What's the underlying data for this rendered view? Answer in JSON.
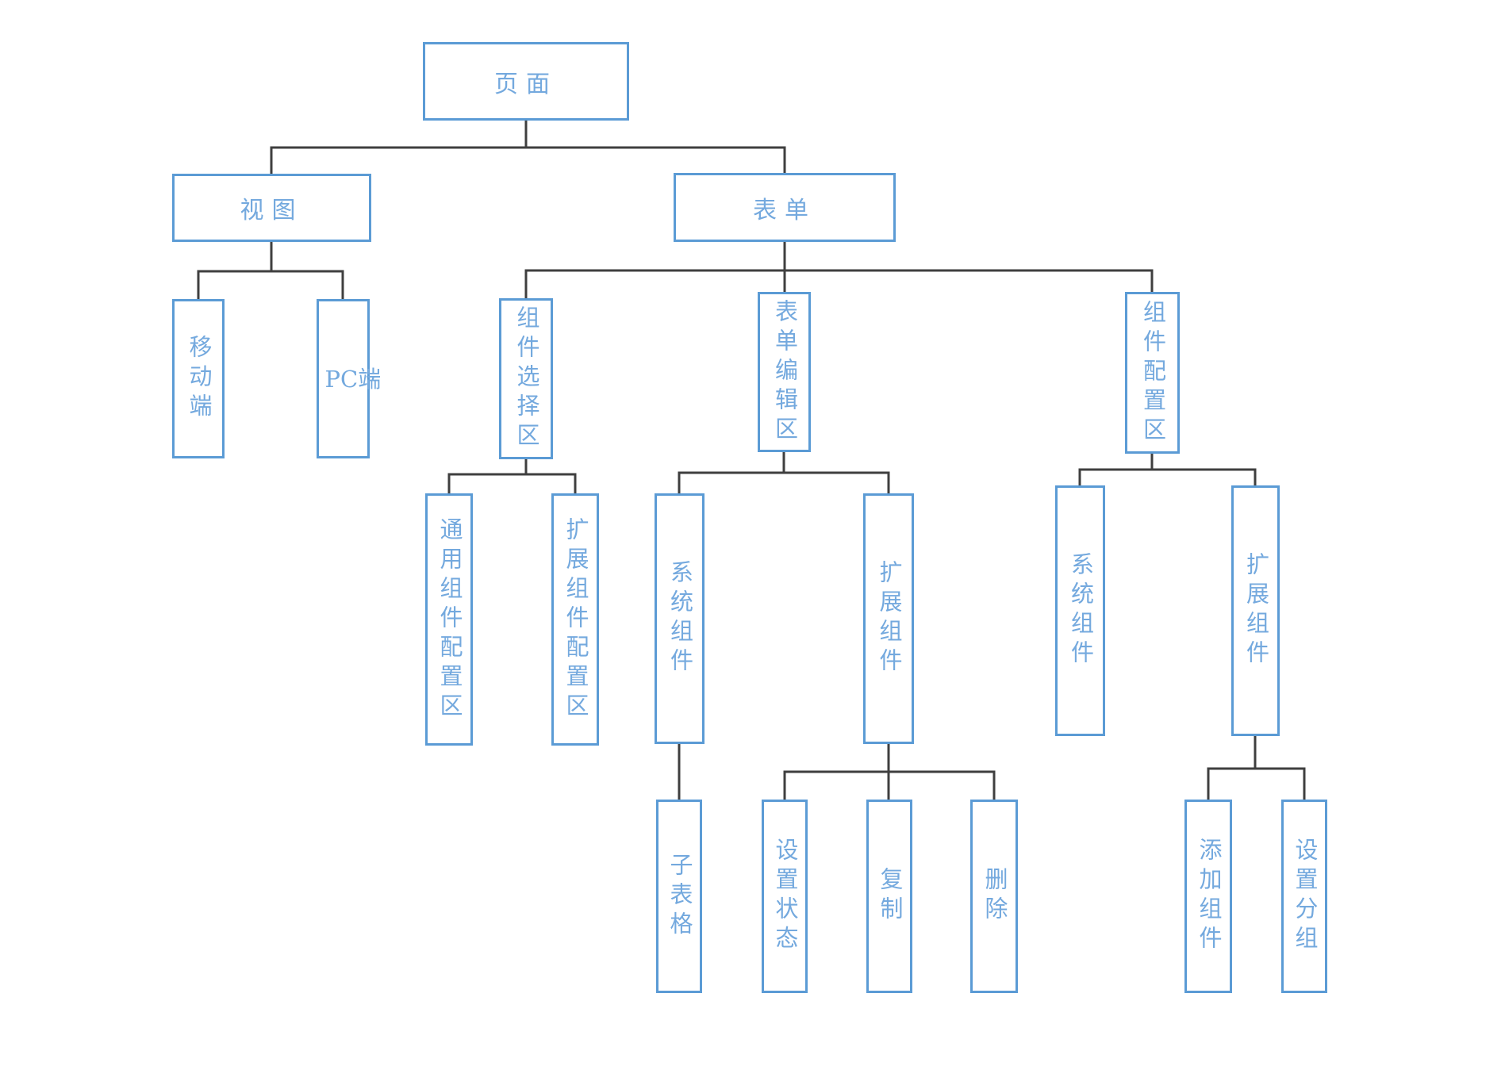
{
  "diagram": {
    "type": "tree",
    "nodes": {
      "page": {
        "label": "页面"
      },
      "view": {
        "label": "视图"
      },
      "form": {
        "label": "表单"
      },
      "mobile": {
        "label": "移动端"
      },
      "pc": {
        "label": "PC端"
      },
      "component_select_area": {
        "label": "组件选择区"
      },
      "form_edit_area": {
        "label": "表单编辑区"
      },
      "component_config_area": {
        "label": "组件配置区"
      },
      "general_component_config_area": {
        "label": "通用组件配置区"
      },
      "extended_component_config_area": {
        "label": "扩展组件配置区"
      },
      "form_edit_system_components": {
        "label": "系统组件"
      },
      "form_edit_extended_components": {
        "label": "扩展组件"
      },
      "config_system_components": {
        "label": "系统组件"
      },
      "config_extended_components": {
        "label": "扩展组件"
      },
      "subtable": {
        "label": "子表格"
      },
      "set_status": {
        "label": "设置状态"
      },
      "copy": {
        "label": "复制"
      },
      "delete": {
        "label": "删除"
      },
      "add_component": {
        "label": "添加组件"
      },
      "set_group": {
        "label": "设置分组"
      }
    },
    "edges": [
      {
        "from": "page",
        "to": "view"
      },
      {
        "from": "page",
        "to": "form"
      },
      {
        "from": "view",
        "to": "mobile"
      },
      {
        "from": "view",
        "to": "pc"
      },
      {
        "from": "form",
        "to": "component_select_area"
      },
      {
        "from": "form",
        "to": "form_edit_area"
      },
      {
        "from": "form",
        "to": "component_config_area"
      },
      {
        "from": "component_select_area",
        "to": "general_component_config_area"
      },
      {
        "from": "component_select_area",
        "to": "extended_component_config_area"
      },
      {
        "from": "form_edit_area",
        "to": "form_edit_system_components"
      },
      {
        "from": "form_edit_area",
        "to": "form_edit_extended_components"
      },
      {
        "from": "form_edit_system_components",
        "to": "subtable"
      },
      {
        "from": "form_edit_extended_components",
        "to": "set_status"
      },
      {
        "from": "form_edit_extended_components",
        "to": "copy"
      },
      {
        "from": "form_edit_extended_components",
        "to": "delete"
      },
      {
        "from": "component_config_area",
        "to": "config_system_components"
      },
      {
        "from": "component_config_area",
        "to": "config_extended_components"
      },
      {
        "from": "config_extended_components",
        "to": "add_component"
      },
      {
        "from": "config_extended_components",
        "to": "set_group"
      }
    ],
    "colors": {
      "box_border": "#5B9BD5",
      "box_text": "#74A9DE",
      "connector": "#3F3F3F",
      "background": "#FFFFFF"
    }
  }
}
